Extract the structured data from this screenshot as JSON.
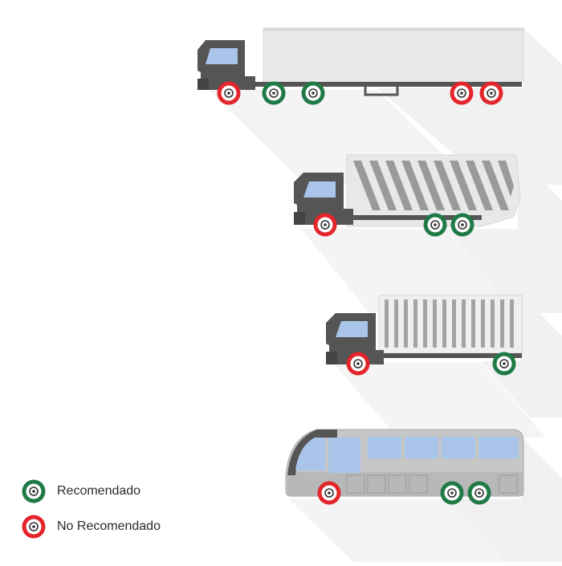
{
  "colors": {
    "recommended": "#1f7a45",
    "not_recommended": "#e3262b",
    "cab": "#555555",
    "window": "#a9c6ea",
    "trailer": "#e8e8e8",
    "body_gray": "#bcbcbc",
    "shadow": "#f1f1f1"
  },
  "icons": {
    "recommended": "green-ring-wheel-icon",
    "not_recommended": "red-ring-wheel-icon"
  },
  "vehicles": [
    {
      "type": "semi-trailer-truck",
      "axles": [
        "not_recommended",
        "recommended",
        "recommended",
        "not_recommended",
        "not_recommended"
      ]
    },
    {
      "type": "tipper-truck",
      "axles": [
        "not_recommended",
        "recommended",
        "recommended"
      ]
    },
    {
      "type": "container-truck",
      "axles": [
        "not_recommended",
        "recommended"
      ]
    },
    {
      "type": "bus",
      "axles": [
        "not_recommended",
        "recommended",
        "recommended"
      ]
    }
  ],
  "legend": {
    "recommended_label": "Recomendado",
    "not_recommended_label": "No Recomendado"
  }
}
